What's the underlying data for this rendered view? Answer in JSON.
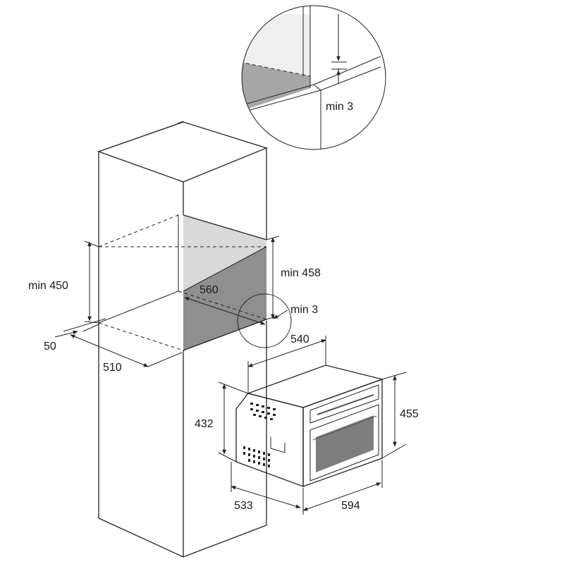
{
  "dimensions": {
    "detail_gap": "min 3",
    "niche_height": "min 450",
    "niche_height_front": "min 458",
    "niche_width": "560",
    "niche_gap": "min 3",
    "back_gap": "50",
    "niche_depth": "510",
    "oven_body_depth": "540",
    "oven_body_height": "432",
    "oven_front_height": "455",
    "oven_total_depth": "533",
    "oven_front_width": "594"
  },
  "colors": {
    "line": "#222222",
    "shade_dark": "#8f8f8f",
    "shade_light": "#d9d9d9",
    "detail_shade": "#a6a6a6"
  }
}
